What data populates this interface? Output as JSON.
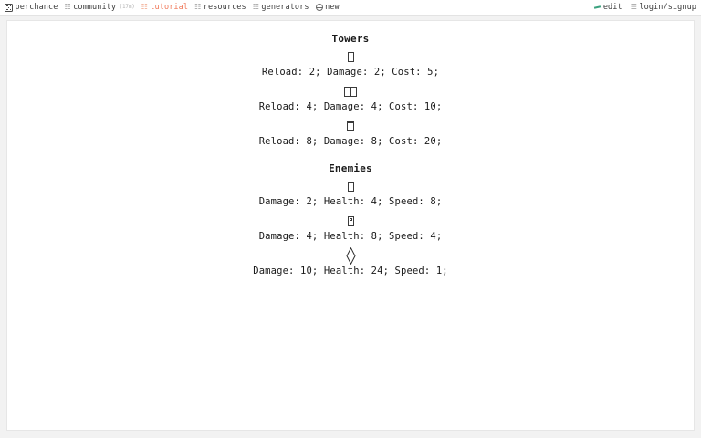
{
  "nav": {
    "logo_name": "perchance-logo-icon",
    "left_items": [
      {
        "label": "perchance",
        "icon": "dice-logo-icon",
        "badge": "",
        "accent": false
      },
      {
        "label": "community",
        "icon": "book-icon",
        "badge": "(17m)",
        "accent": false
      },
      {
        "label": "tutorial",
        "icon": "book-icon",
        "badge": "",
        "accent": true
      },
      {
        "label": "resources",
        "icon": "book-icon",
        "badge": "",
        "accent": false
      },
      {
        "label": "generators",
        "icon": "book-icon",
        "badge": "",
        "accent": false
      },
      {
        "label": "new",
        "icon": "globe-icon",
        "badge": "",
        "accent": false
      }
    ],
    "right_items": [
      {
        "label": "edit",
        "icon": "pencil-icon"
      },
      {
        "label": "login/signup",
        "icon": "user-icon"
      }
    ],
    "accent_color": "#f0795a",
    "edit_icon_color": "#3aa17e"
  },
  "generator": {
    "sections": [
      {
        "title": "Towers",
        "entries": [
          {
            "glyph": "tofu-single",
            "stats": "Reload: 2; Damage: 2; Cost: 5;"
          },
          {
            "glyph": "tofu-double",
            "stats": "Reload: 4; Damage: 4; Cost: 10;"
          },
          {
            "glyph": "tofu-overline",
            "stats": "Reload: 8; Damage: 8; Cost: 20;"
          }
        ]
      },
      {
        "title": "Enemies",
        "entries": [
          {
            "glyph": "tofu-single",
            "stats": "Damage: 2; Health: 4; Speed: 8;"
          },
          {
            "glyph": "tofu-inner",
            "stats": "Damage: 4; Health: 8; Speed: 4;"
          },
          {
            "glyph": "diamond",
            "stats": "Damage: 10; Health: 24; Speed: 1;"
          }
        ]
      }
    ]
  }
}
